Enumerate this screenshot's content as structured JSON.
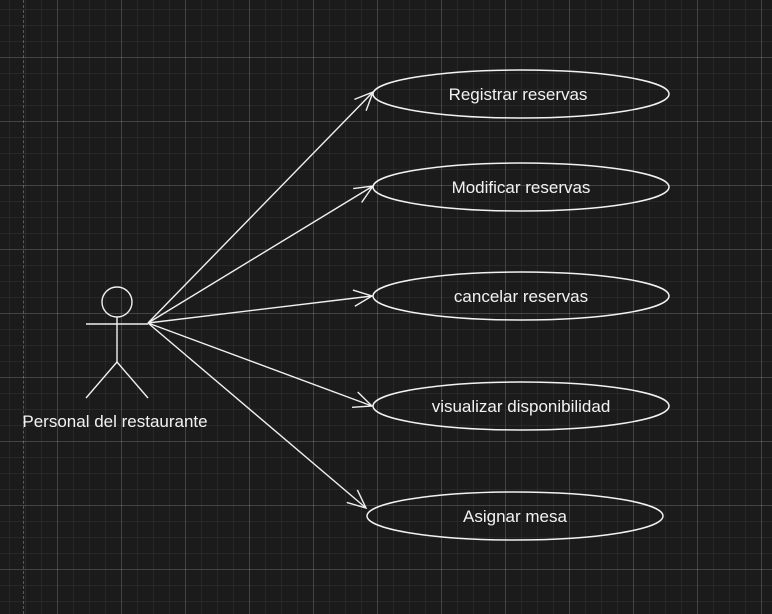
{
  "diagram": {
    "type": "use-case",
    "actor": {
      "label": "Personal del restaurante"
    },
    "use_cases": [
      {
        "id": "uc1",
        "label": "Registrar reservas"
      },
      {
        "id": "uc2",
        "label": "Modificar reservas"
      },
      {
        "id": "uc3",
        "label": "cancelar reservas"
      },
      {
        "id": "uc4",
        "label": "visualizar disponibilidad"
      },
      {
        "id": "uc5",
        "label": "Asignar mesa"
      }
    ],
    "associations": [
      {
        "from": "actor",
        "to": "uc1"
      },
      {
        "from": "actor",
        "to": "uc2"
      },
      {
        "from": "actor",
        "to": "uc3"
      },
      {
        "from": "actor",
        "to": "uc4"
      },
      {
        "from": "actor",
        "to": "uc5"
      }
    ],
    "colors": {
      "background": "#1b1b1b",
      "stroke": "#f2f2f2",
      "text": "#f2f2f2"
    }
  }
}
